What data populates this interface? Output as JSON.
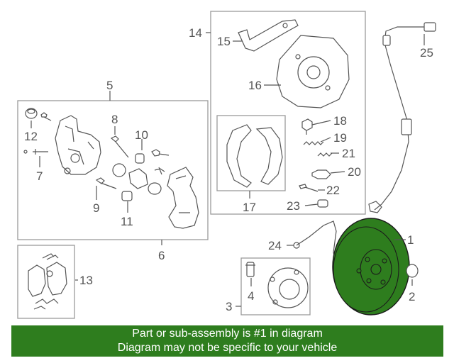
{
  "labels": {
    "l1": "1",
    "l2": "2",
    "l3": "3",
    "l4": "4",
    "l5": "5",
    "l6": "6",
    "l7": "7",
    "l8": "8",
    "l9": "9",
    "l10": "10",
    "l11": "11",
    "l12": "12",
    "l13": "13",
    "l14": "14",
    "l15": "15",
    "l16": "16",
    "l17": "17",
    "l18": "18",
    "l19": "19",
    "l20": "20",
    "l21": "21",
    "l22": "22",
    "l23": "23",
    "l24": "24",
    "l25": "25"
  },
  "highlight_color": "#2e7d1e",
  "banner": {
    "line1": "Part or sub-assembly is #1 in diagram",
    "line2": "Diagram may not be specific to your vehicle"
  }
}
